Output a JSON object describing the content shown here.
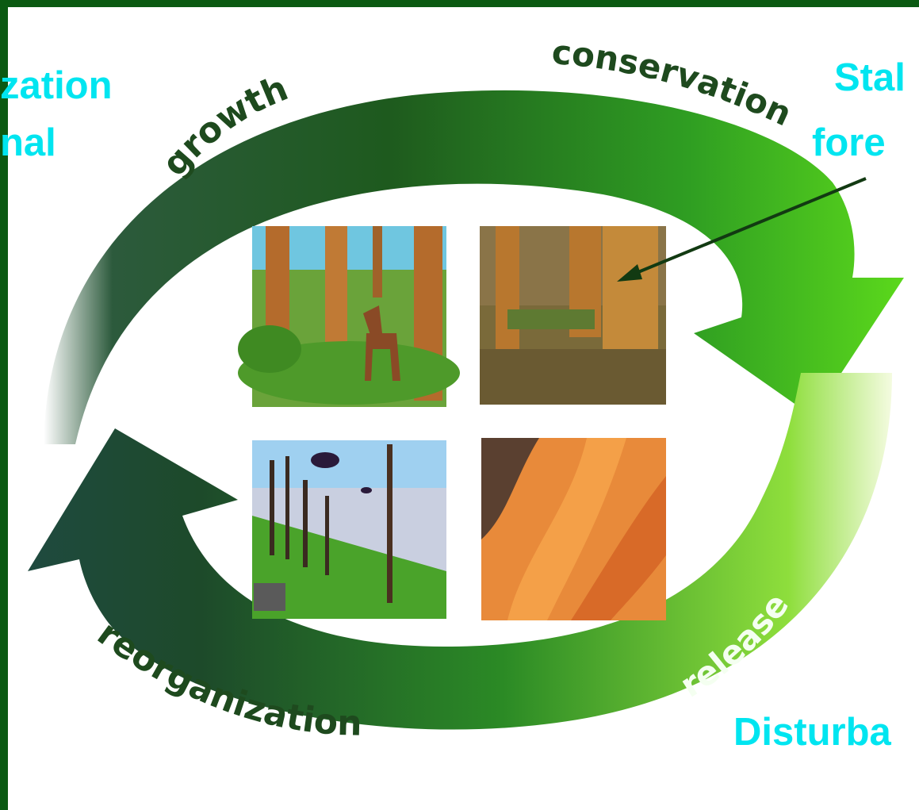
{
  "annotations": {
    "top_left_line1": "zation",
    "top_left_line2": "nal",
    "top_right_line1": "Stal",
    "top_right_line2": "fore",
    "bottom_right": "Disturba"
  },
  "cycle_labels": {
    "growth": "growth",
    "conservation": "conservation",
    "release": "release",
    "reorganization": "reorganization"
  },
  "colors": {
    "frame": "#0b5a12",
    "annotation_text": "#00e5f0",
    "arrow_dark": "#1f4a3a",
    "arrow_light": "#4fd11a"
  }
}
